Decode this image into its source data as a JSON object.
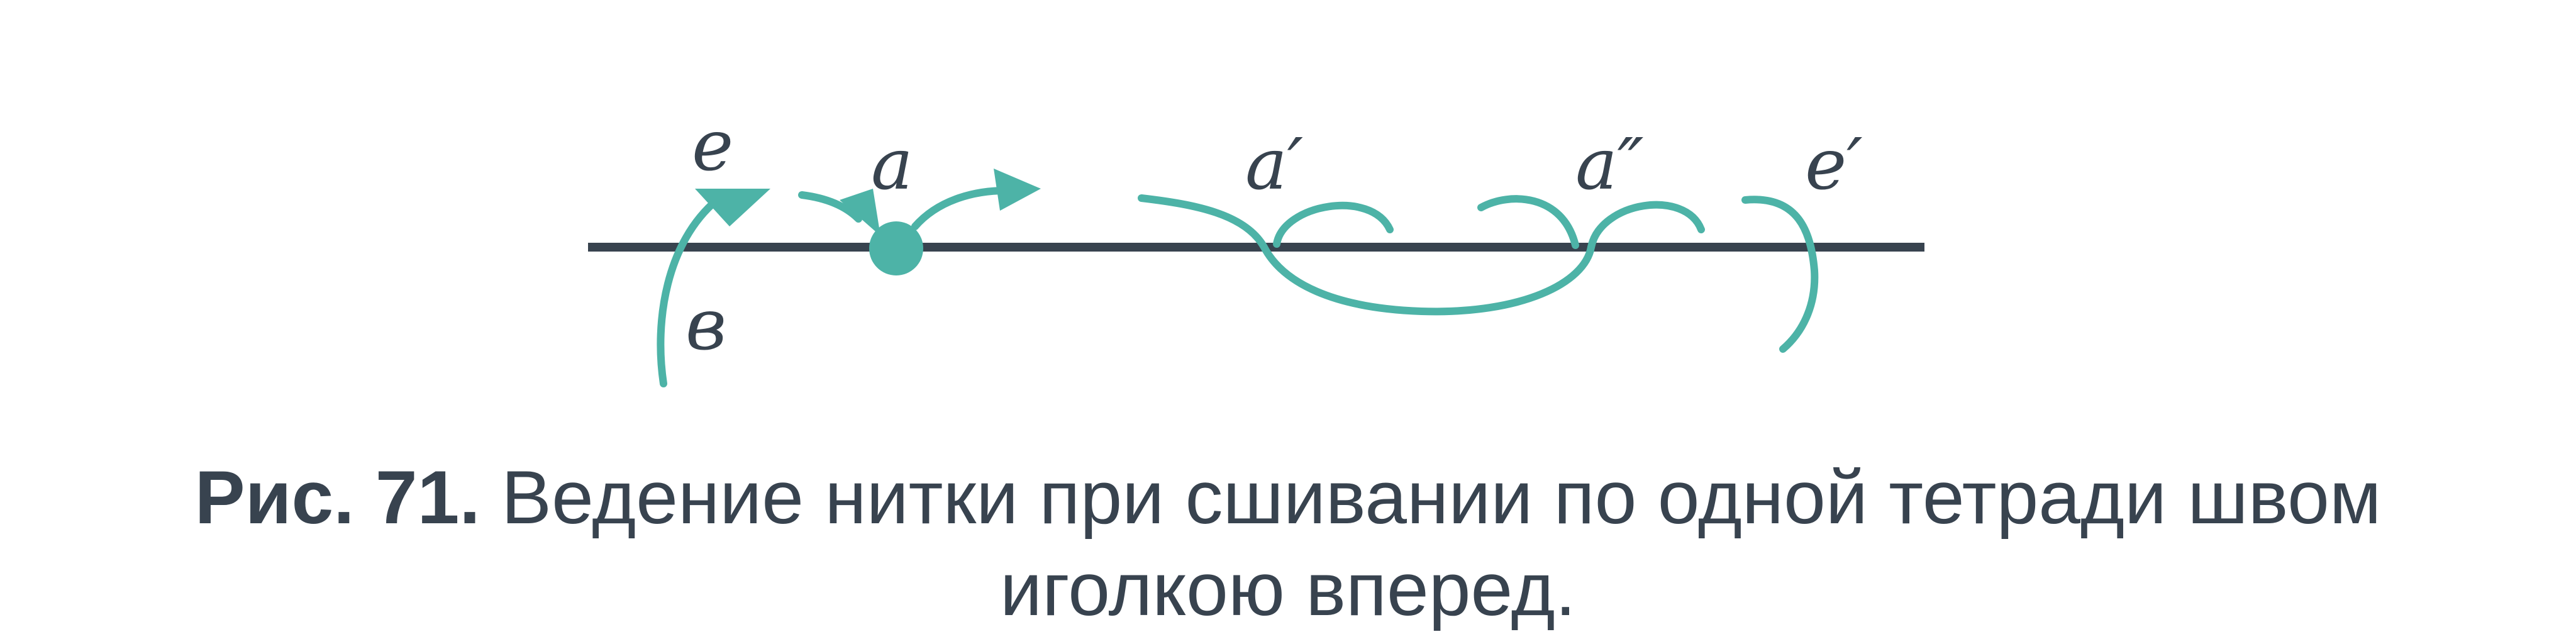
{
  "diagram": {
    "labels": {
      "e": "е",
      "a": "а",
      "a1": "а′",
      "a2": "а″",
      "e1": "е′",
      "v": "в"
    },
    "colors": {
      "thread": "#4db3a7",
      "line": "#38434f",
      "text": "#38434f"
    }
  },
  "caption": {
    "figure": "Рис. 71.",
    "line1": "Ведение нитки при сшивании по одной тетради швом",
    "line2": "иголкою вперед."
  }
}
